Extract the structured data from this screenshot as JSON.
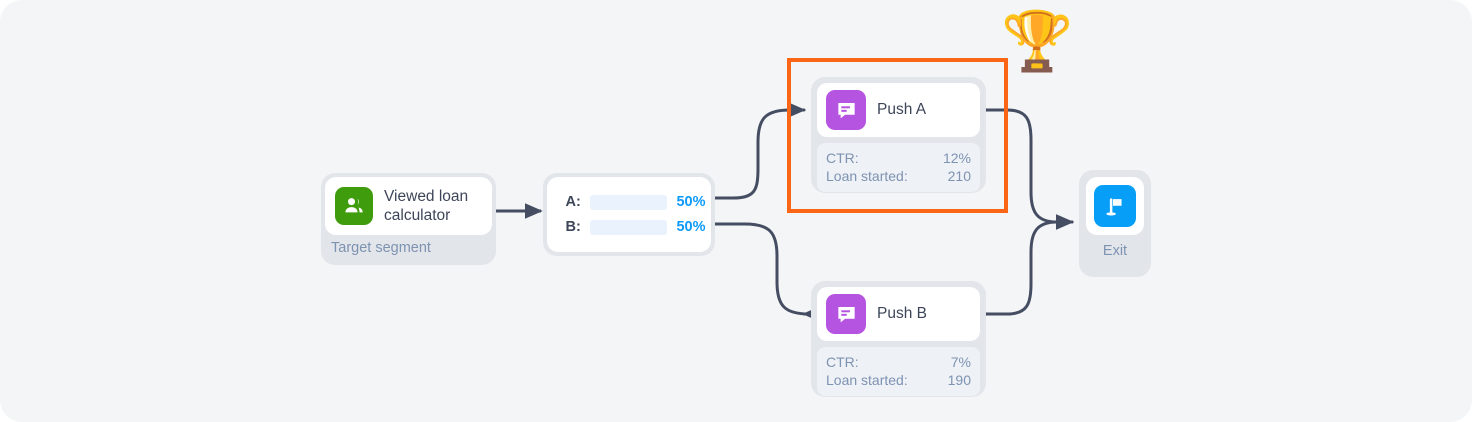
{
  "diagram": {
    "type": "campaign-flow",
    "background_color": "#f4f5f6",
    "highlight_color": "#fb6516",
    "edge_color": "#454d63"
  },
  "segment": {
    "title": "Viewed loan calculator",
    "caption": "Target segment",
    "icon": "audience-icon",
    "icon_color": "#3f9c0d"
  },
  "split": {
    "rows": [
      {
        "letter": "A:",
        "percent_label": "50%",
        "percent_value": 50
      },
      {
        "letter": "B:",
        "percent_label": "50%",
        "percent_value": 50
      }
    ],
    "bar_fill_color": "#0e9afa",
    "bar_track_color": "#eaf2fd"
  },
  "push_a": {
    "title": "Push A",
    "icon": "push-message-icon",
    "icon_color": "#b654e2",
    "stats": [
      {
        "label": "CTR:",
        "value": "12%"
      },
      {
        "label": "Loan started:",
        "value": "210"
      }
    ],
    "winner": true,
    "winner_icon": "trophy-icon",
    "winner_glyph": "🏆"
  },
  "push_b": {
    "title": "Push B",
    "icon": "push-message-icon",
    "icon_color": "#b654e2",
    "stats": [
      {
        "label": "CTR:",
        "value": "7%"
      },
      {
        "label": "Loan started:",
        "value": "190"
      }
    ],
    "winner": false
  },
  "exit": {
    "caption": "Exit",
    "icon": "flag-icon",
    "icon_color": "#079ef7"
  }
}
